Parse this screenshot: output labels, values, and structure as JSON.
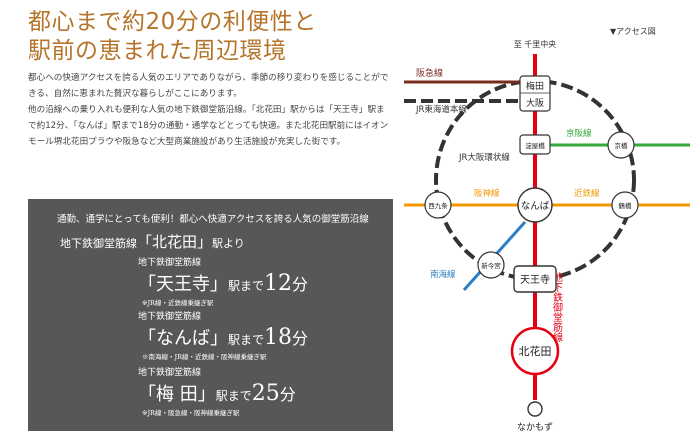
{
  "heading": {
    "line1": "都心まで約20分の利便性と",
    "line2": "駅前の恵まれた周辺環境"
  },
  "intro": {
    "paragraph1": "都心への快適アクセスを誇る人気のエリアでありながら、季節の移り変わりを感じることができる、自然に恵まれた贅沢な暮らしがここにあります。",
    "paragraph2": "他の沿線への乗り入れも便利な人気の地下鉄御堂筋沿線。「北花田」駅からは「天王寺」駅まで約12分、「なんば」駅まで18分の通勤・通学などとっても快適。また北花田駅前にはイオンモール堺北花田プラウや阪急など大型商業施設があり生活施設が充実した街です。"
  },
  "access_panel": {
    "tagline": "通勤、通学にとっても便利！都心へ快適アクセスを誇る人気の御堂筋沿線",
    "origin_prefix": "地下鉄御堂筋線",
    "origin_station": "「北花田」",
    "origin_suffix": "駅より",
    "destinations": [
      {
        "line": "地下鉄御堂筋線",
        "station": "「天王寺」",
        "suffix": "駅まで",
        "minutes": "12",
        "unit": "分",
        "note": "※JR線・近鉄線乗継ぎ駅"
      },
      {
        "line": "地下鉄御堂筋線",
        "station": "「なんば」",
        "suffix": "駅まで",
        "minutes": "18",
        "unit": "分",
        "note": "※南海線・JR線・近鉄線・阪神線乗継ぎ駅"
      },
      {
        "line": "地下鉄御堂筋線",
        "station": "「梅 田」",
        "suffix": "駅まで",
        "minutes": "25",
        "unit": "分",
        "note": "※JR線・阪急線・阪神線乗継ぎ駅"
      }
    ]
  },
  "access_map": {
    "title": "▼アクセス図",
    "direction_top": "至 千里中央",
    "stations": {
      "umeda": "梅田",
      "osaka": "大阪",
      "yodoyabashi": "淀屋橋",
      "kyobashi": "京橋",
      "nishikujo": "西九条",
      "namba": "なんば",
      "tsuruhashi": "鶴橋",
      "shin_imamiya": "新今宮",
      "tennoji": "天王寺",
      "kitahanada": "北花田",
      "nakamozu": "なかもず"
    },
    "lines": {
      "hankyu": "阪急線",
      "jr_tokaido": "JR東海道本線",
      "keihan": "京阪線",
      "jr_loop": "JR大阪環状線",
      "hanshin": "阪神線",
      "kintetsu": "近鉄線",
      "nankai": "南海線",
      "midosuji": "地下鉄御堂筋線"
    },
    "line_colors": {
      "midosuji": "#e60012",
      "hankyu": "#7b2a1e",
      "keihan": "#36a83a",
      "hanshin": "#f39800",
      "nankai": "#2c7fc4",
      "jr": "#333333"
    }
  }
}
